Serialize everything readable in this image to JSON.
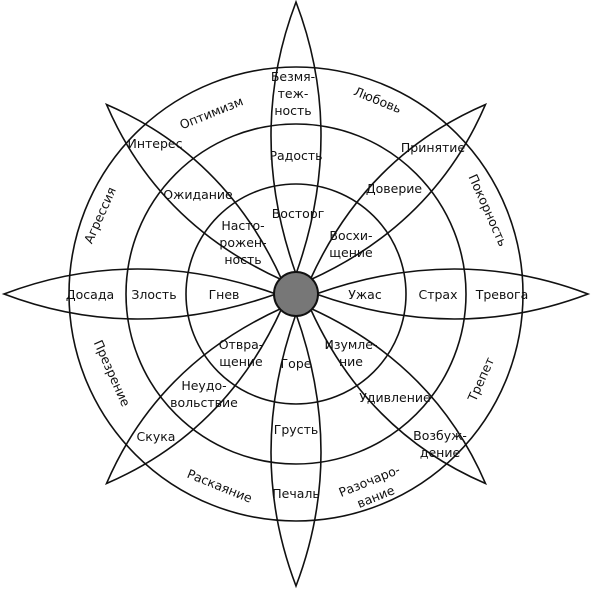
{
  "colors": {
    "stroke": "#111111",
    "hub": "#777777",
    "background": "#ffffff"
  },
  "emotions": {
    "inner": {
      "top": "Восторг",
      "top_left": [
        "Насто-",
        "рожен-",
        "ность"
      ],
      "top_right": [
        "Восхи-",
        "щение"
      ],
      "left": "Гнев",
      "right": "Ужас",
      "bottom_left": [
        "Отвра-",
        "щение"
      ],
      "bottom": "Горе",
      "bottom_right": [
        "Изумле-",
        "ние"
      ]
    },
    "middle": {
      "top": "Радость",
      "top_left": "Ожидание",
      "top_right": "Доверие",
      "left": "Злость",
      "right": "Страх",
      "bottom_left": [
        "Неудо-",
        "вольствие"
      ],
      "bottom": "Грусть",
      "bottom_right": "Удивление"
    },
    "outer": {
      "top": [
        "Безмя-",
        "теж-",
        "ность"
      ],
      "top_left": "Интерес",
      "top_right": "Принятие",
      "left": "Досада",
      "right": "Тревога",
      "bottom_left": "Скука",
      "bottom": "Печаль",
      "bottom_right": [
        "Возбуж-",
        "дение"
      ]
    },
    "dyads": {
      "optimism": "Оптимизм",
      "love": "Любовь",
      "submission": "Покорность",
      "awe": "Трепет",
      "disappointment": [
        "Разочаро-",
        "вание"
      ],
      "remorse": "Раскаяние",
      "contempt": "Презрение",
      "aggression": "Агрессия"
    }
  }
}
